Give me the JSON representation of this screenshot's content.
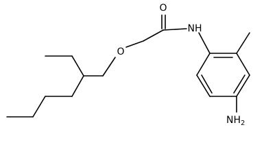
{
  "molecule": {
    "atoms": {
      "carbonyl_oxygen": "O",
      "ether_oxygen": "O",
      "amide_nitrogen": "NH",
      "amine": {
        "symbol": "NH",
        "subscript": "2"
      }
    }
  }
}
